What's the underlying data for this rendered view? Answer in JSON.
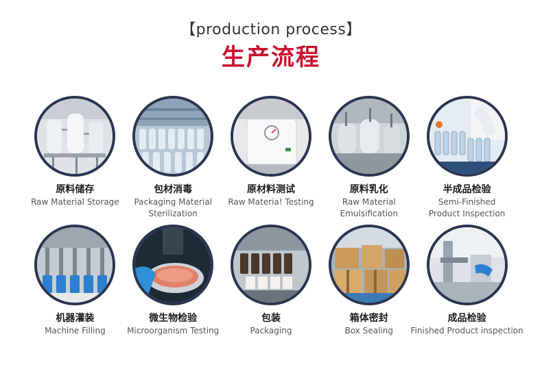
{
  "header": {
    "title_en": "【production process】",
    "title_zh": "生产流程"
  },
  "colors": {
    "accent_red": "#c8102e",
    "circle_border": "#2a3550"
  },
  "steps": [
    {
      "zh": "原料储存",
      "en_line1": "Raw Material Storage",
      "en_line2": "",
      "icon": "storage-tanks-photo"
    },
    {
      "zh": "包材消毒",
      "en_line1": "Packaging Material",
      "en_line2": "Sterilization",
      "icon": "glass-bottles-photo"
    },
    {
      "zh": "原材料测试",
      "en_line1": "Raw Materia! Testing",
      "en_line2": "",
      "icon": "testing-machine-photo"
    },
    {
      "zh": "原料乳化",
      "en_line1": "Raw Material",
      "en_line2": "Emulsification",
      "icon": "emulsifier-tanks-photo"
    },
    {
      "zh": "半成品检验",
      "en_line1": "Semi-Finished",
      "en_line2": "Product Inspection",
      "icon": "test-tubes-photo"
    },
    {
      "zh": "机器灌装",
      "en_line1": "Machine Filling",
      "en_line2": "",
      "icon": "filling-machine-photo"
    },
    {
      "zh": "微生物检验",
      "en_line1": "Microorganism Testing",
      "en_line2": "",
      "icon": "petri-dish-photo"
    },
    {
      "zh": "包装",
      "en_line1": "Packaging",
      "en_line2": "",
      "icon": "packaging-line-photo"
    },
    {
      "zh": "箱体密封",
      "en_line1": "Box Sealing",
      "en_line2": "",
      "icon": "cardboard-boxes-photo"
    },
    {
      "zh": "成品检验",
      "en_line1": "Finished Product inspection",
      "en_line2": "",
      "icon": "inspection-lab-photo"
    }
  ]
}
